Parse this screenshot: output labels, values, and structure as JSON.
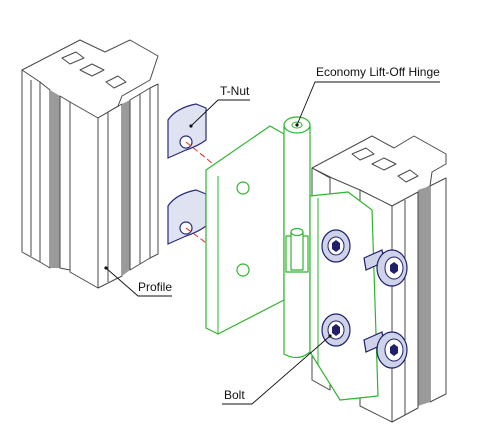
{
  "labels": {
    "t_nut": "T-Nut",
    "hinge": "Economy Lift-Off Hinge",
    "profile": "Profile",
    "bolt": "Bolt"
  },
  "colors": {
    "profile_stroke": "#4a4a4a",
    "hinge_stroke": "#2fb52f",
    "fastener_stroke": "#1f1f6a",
    "fastener_fill": "#cfd3ea",
    "alignment_dash": "#e0302a"
  }
}
